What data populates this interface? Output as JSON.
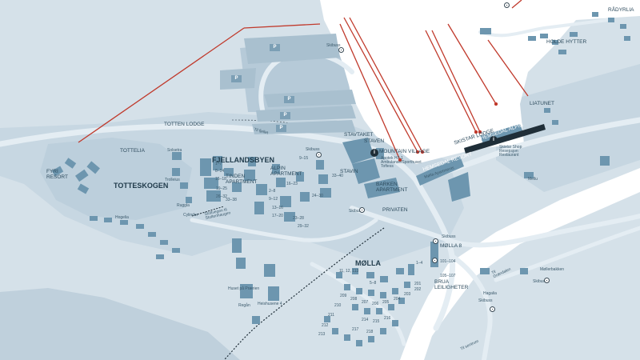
{
  "colors": {
    "background": "#d5e1e9",
    "snow": "#ffffff",
    "building": "#6d96af",
    "road": "#c3d4df",
    "lift": "#c0392b",
    "text": "#2c4a5c"
  },
  "areas": {
    "totteskogen": "TOTTESKOGEN",
    "fjellandsbyen": "FJELLANDSBYEN",
    "molla": "MØLLA",
    "tottelia": "TOTTELIA"
  },
  "places": {
    "fyri_resort": "FYRI RESORT",
    "totten_lodge": "TOTTEN LODGE",
    "tinden_apartment": "TINDEN APARTMENT",
    "alpin_apartment": "ALPIN APARTMENT",
    "stavtaket": "STAVTAKET",
    "staven": "STAVEN",
    "mountain_village": "MOUNTAIN VILLAGE",
    "stavin": "STAVIN",
    "barken_apartment": "BARKEN APARTMENT",
    "privaten": "PRIVATEN",
    "molla_8": "MØLLA 8",
    "brua_leiligheter": "BRUA LEILIGHETER",
    "skistar_lodge": "SKISTAR LODGE",
    "hemsedal_alpin": "HEMSEDAL ALPIN",
    "liatunet": "LIATUNET",
    "holde_hytter": "HOLDE HYTTER",
    "radyrlia": "RÅDYRLIA",
    "hemsedal_resort": "HEMSEDAL RESORT",
    "huset_pa_praerien": "Huset på Prærien",
    "regan": "Regån",
    "heishuset": "Heishusene 4"
  },
  "small_labels": {
    "solsetra": "Solsetra",
    "trolleius": "Trolleius",
    "ruggla": "Ruggla",
    "cylinder": "Cylinder",
    "stoltvegen": "Stoltvegen til Stoltenhaugen",
    "hogelia": "Hogelia",
    "skibuss_left": "Skibuss",
    "skibuss_centre": "Skibuss",
    "skibuss_mid": "Skibuss",
    "skibuss_right": "Skibuss",
    "skibuss_east": "Skibuss",
    "skibuss_far": "Skibuss",
    "mountain_village_info": "Apotek H7-1 Ambulanse/Sporthuset Toftess",
    "skistar_info": "Skistar Shop Resepsjon Restaurant",
    "hemsedal_apts": "Mølla Apartments",
    "molla_numbers": "101–104",
    "molla_numbers2": "105–107",
    "mell": "Mellu",
    "moller": "Møllerbakken",
    "hogelia2": "Hagalia",
    "to_centrum": "Til sentrum",
    "to_grosfjallet": "Til Grøndalen",
    "road_ski": "Til fjellet"
  },
  "unit_numbers": [
    "1–7",
    "8–14",
    "15–18",
    "19–25",
    "26–32",
    "33–38",
    "9–15",
    "16–23",
    "24–30",
    "23–28",
    "29–32",
    "33–40",
    "2–8",
    "9–12",
    "13–16",
    "17–20",
    "11, 12, 113",
    "1–4",
    "5–8",
    "201",
    "202",
    "203",
    "204",
    "205",
    "206",
    "207",
    "208",
    "209",
    "210",
    "211",
    "212",
    "213",
    "214",
    "215",
    "216",
    "217",
    "218"
  ],
  "icons": {
    "parking": "P",
    "info": "i"
  }
}
